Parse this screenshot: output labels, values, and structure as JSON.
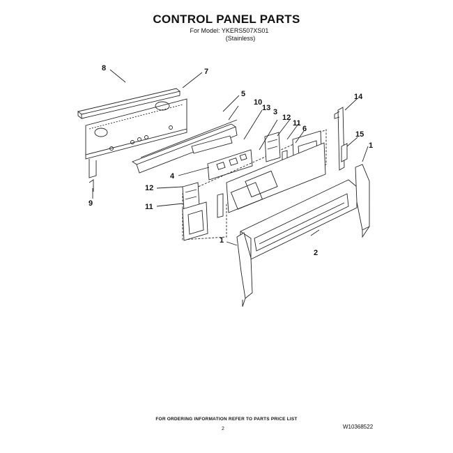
{
  "header": {
    "title": "CONTROL PANEL PARTS",
    "model": "For Model: YKERS507XS01",
    "finish": "(Stainless)"
  },
  "callouts": [
    "8",
    "7",
    "5",
    "10",
    "13",
    "3",
    "12",
    "11",
    "6",
    "14",
    "15",
    "1",
    "4",
    "12",
    "11",
    "9",
    "1",
    "2"
  ],
  "footer": {
    "note": "FOR ORDERING INFORMATION REFER TO PARTS PRICE LIST",
    "page": "2",
    "doc_number": "W10368522"
  },
  "colors": {
    "line": "#222222",
    "fill": "#ffffff",
    "shade": "#cfcfcf"
  }
}
